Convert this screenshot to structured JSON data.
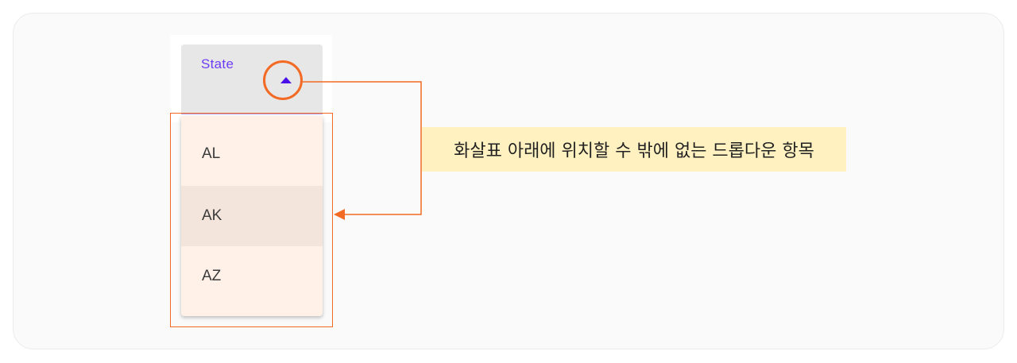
{
  "select": {
    "label": "State",
    "icon": "caret-up-icon",
    "label_color": "#6d3df4"
  },
  "menu": {
    "items": [
      {
        "label": "AL"
      },
      {
        "label": "AK",
        "highlighted": true
      },
      {
        "label": "AZ"
      }
    ]
  },
  "annotation": {
    "text": "화살표 아래에 위치할 수 밖에 없는 드롭다운 항목",
    "accent_color": "#f26a23",
    "background_color": "#fff1c0"
  }
}
